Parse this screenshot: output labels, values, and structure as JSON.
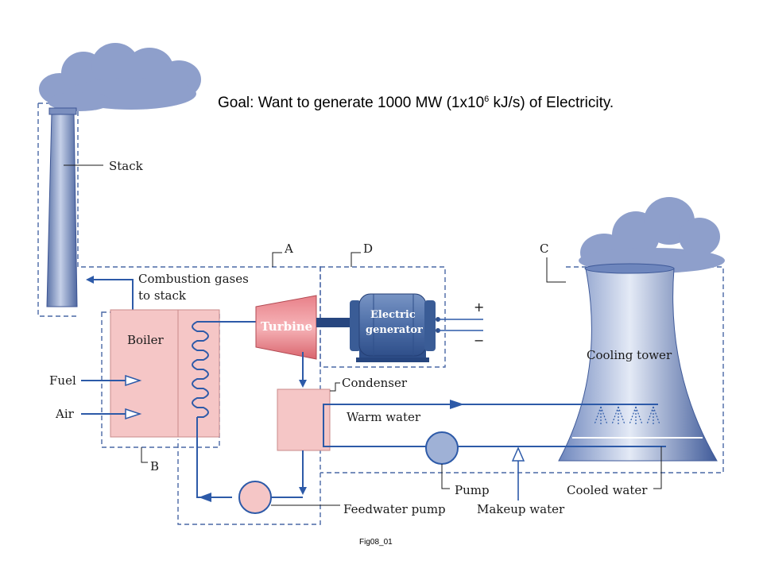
{
  "header": {
    "goal_prefix": "Goal: Want to generate 1000 MW (1x10",
    "goal_exponent": "6",
    "goal_suffix": " kJ/s) of Electricity."
  },
  "diagram": {
    "labels": {
      "stack": "Stack",
      "region_a": "A",
      "region_b": "B",
      "region_c": "C",
      "region_d": "D",
      "combustion_line1": "Combustion gases",
      "combustion_line2": "to stack",
      "boiler": "Boiler",
      "turbine": "Turbine",
      "generator_line1": "Electric",
      "generator_line2": "generator",
      "plus": "+",
      "minus": "−",
      "fuel": "Fuel",
      "air": "Air",
      "condenser": "Condenser",
      "warm_water": "Warm water",
      "cooling_tower": "Cooling tower",
      "pump": "Pump",
      "cooled_water": "Cooled water",
      "feedwater_pump": "Feedwater pump",
      "makeup_water": "Makeup water"
    },
    "colors": {
      "boiler_fill": "#f5c6c6",
      "turbine_fill": "#e97b82",
      "generator_fill": "#4a6fa5",
      "cloud_fill": "#8e9fcb",
      "tower_fill": "#9fb1d6",
      "pipe_color": "#2d5aa8"
    }
  },
  "footer": {
    "caption": "Fig08_01"
  }
}
